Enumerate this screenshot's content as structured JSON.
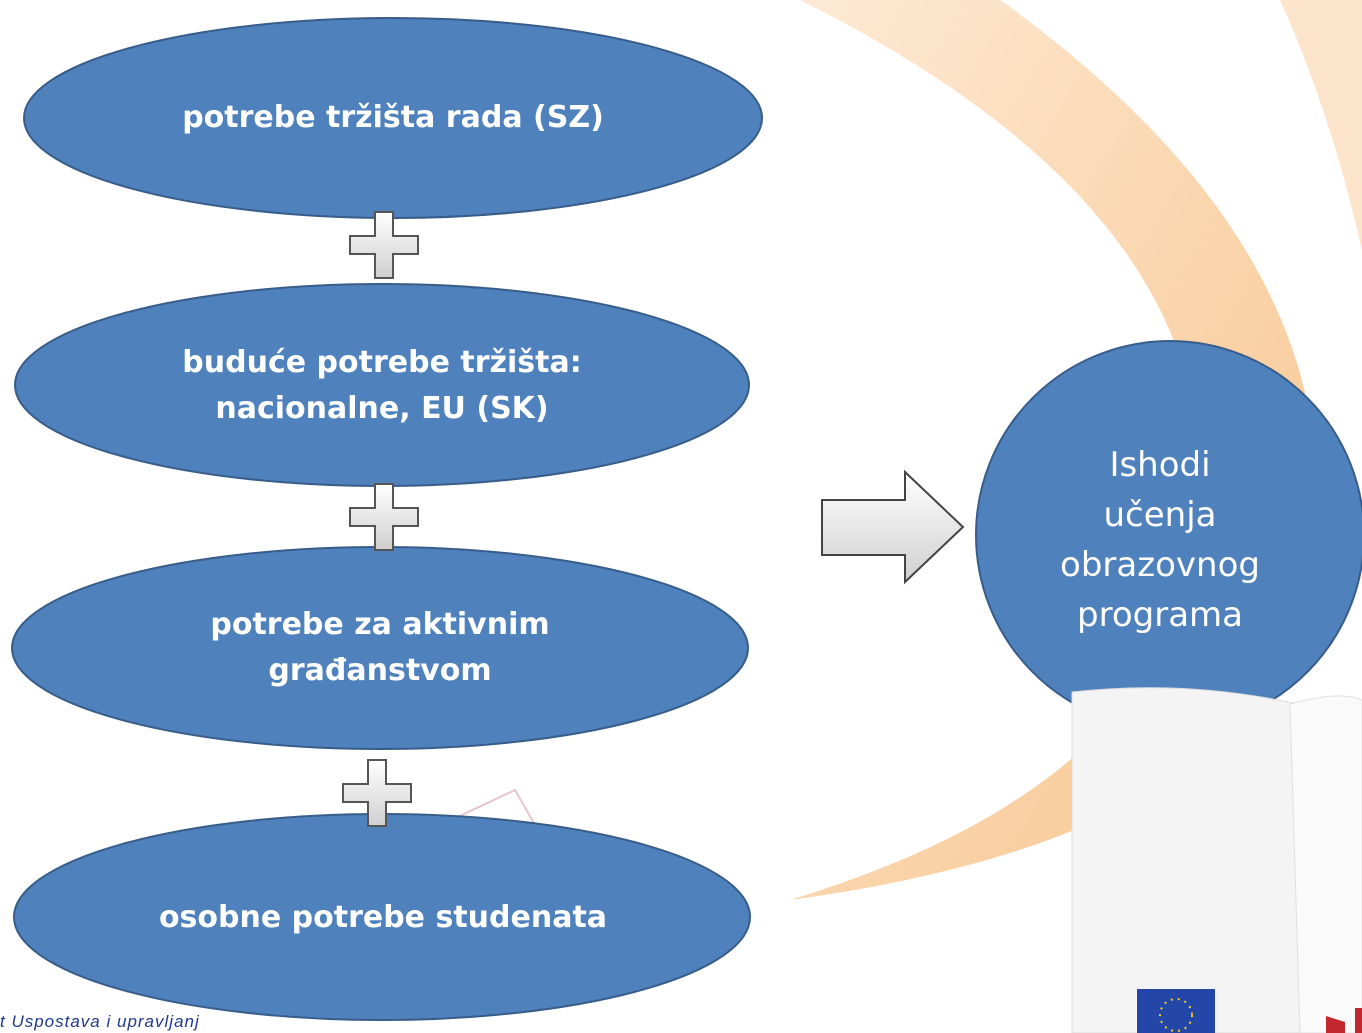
{
  "nodes": [
    {
      "id": "need-1",
      "label": "potrebe tržišta rada (SZ)"
    },
    {
      "id": "need-2",
      "label": "buduće potrebe tržišta: nacionalne, EU (SK)"
    },
    {
      "id": "need-3",
      "label": "potrebe za aktivnim građanstvom"
    },
    {
      "id": "need-4",
      "label": "osobne potrebe studenata"
    }
  ],
  "result": {
    "label": "Ishodi\nučenja\nobrazovnog\nprograma"
  },
  "footer": {
    "text": "t   Uspostava   i   upravljanj"
  },
  "colors": {
    "node_fill": "#4F81BD",
    "node_stroke": "#385D8A",
    "arc_orange": "#F8CB96"
  },
  "icons": {
    "plus": "plus-icon",
    "arrow": "arrow-right-icon",
    "logo": "eu-flag-icon"
  }
}
